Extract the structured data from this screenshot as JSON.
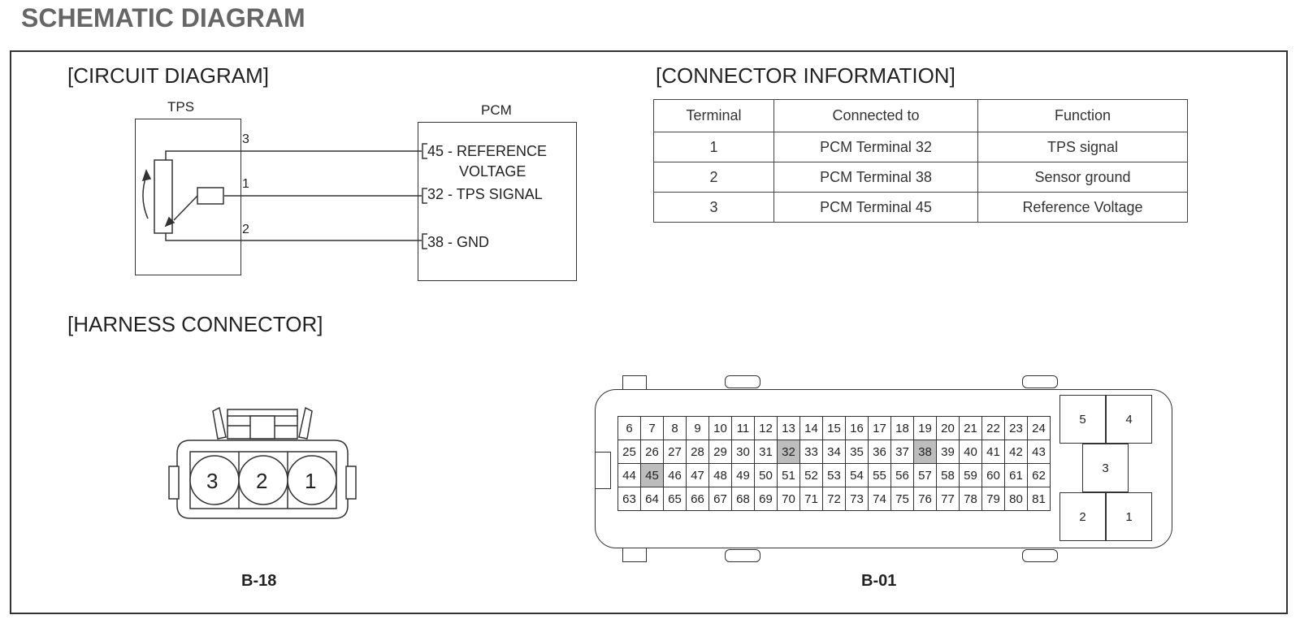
{
  "page_title": "SCHEMATIC DIAGRAM",
  "sections": {
    "circuit": "[CIRCUIT DIAGRAM]",
    "connector_info": "[CONNECTOR INFORMATION]",
    "harness": "[HARNESS CONNECTOR]"
  },
  "circuit": {
    "tps_label": "TPS",
    "pcm_label": "PCM",
    "tps_pins": [
      "3",
      "1",
      "2"
    ],
    "pcm_lines": [
      "45 - REFERENCE",
      "VOLTAGE",
      "32 - TPS SIGNAL",
      "38 - GND"
    ]
  },
  "connector_table": {
    "headers": [
      "Terminal",
      "Connected to",
      "Function"
    ],
    "rows": [
      [
        "1",
        "PCM Terminal 32",
        "TPS signal"
      ],
      [
        "2",
        "PCM Terminal 38",
        "Sensor ground"
      ],
      [
        "3",
        "PCM Terminal 45",
        "Reference Voltage"
      ]
    ]
  },
  "b18": {
    "label": "B-18",
    "pins": [
      "3",
      "2",
      "1"
    ]
  },
  "b01": {
    "label": "B-01",
    "rows": [
      [
        "6",
        "7",
        "8",
        "9",
        "10",
        "11",
        "12",
        "13",
        "14",
        "15",
        "16",
        "17",
        "18",
        "19",
        "20",
        "21",
        "22",
        "23",
        "24"
      ],
      [
        "25",
        "26",
        "27",
        "28",
        "29",
        "30",
        "31",
        "32",
        "33",
        "34",
        "35",
        "36",
        "37",
        "38",
        "39",
        "40",
        "41",
        "42",
        "43"
      ],
      [
        "44",
        "45",
        "46",
        "47",
        "48",
        "49",
        "50",
        "51",
        "52",
        "53",
        "54",
        "55",
        "56",
        "57",
        "58",
        "59",
        "60",
        "61",
        "62"
      ],
      [
        "63",
        "64",
        "65",
        "66",
        "67",
        "68",
        "69",
        "70",
        "71",
        "72",
        "73",
        "74",
        "75",
        "76",
        "77",
        "78",
        "79",
        "80",
        "81"
      ]
    ],
    "highlighted": [
      "32",
      "38",
      "45"
    ],
    "big_pins": [
      "5",
      "4",
      "3",
      "2",
      "1"
    ],
    "highlight_color": "#bdbdbd"
  }
}
